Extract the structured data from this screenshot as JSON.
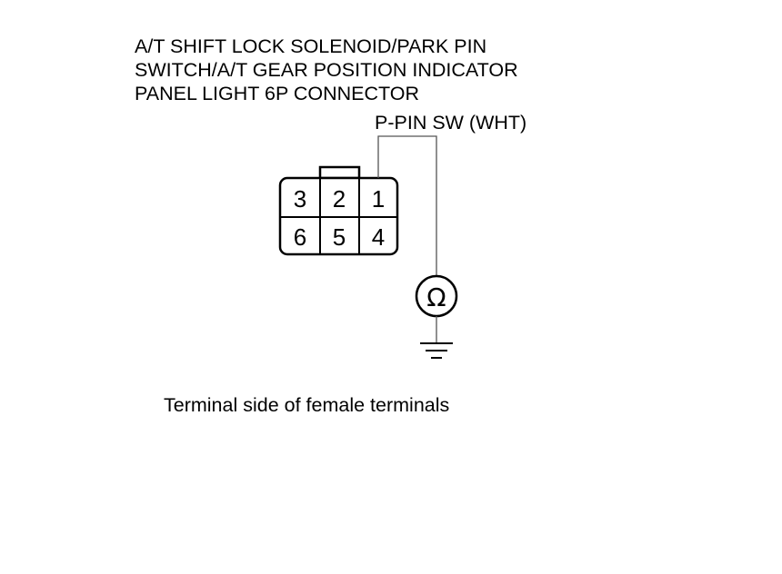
{
  "title_lines": [
    "A/T SHIFT LOCK SOLENOID/PARK PIN",
    "SWITCH/A/T GEAR POSITION INDICATOR",
    "PANEL LIGHT 6P CONNECTOR"
  ],
  "wire_label": "P-PIN SW (WHT)",
  "connector": {
    "top_row": [
      "3",
      "2",
      "1"
    ],
    "bottom_row": [
      "6",
      "5",
      "4"
    ]
  },
  "meter_symbol": "Ω",
  "caption": "Terminal side of female terminals",
  "colors": {
    "line": "#000000",
    "wire": "#555555",
    "background": "#ffffff"
  }
}
